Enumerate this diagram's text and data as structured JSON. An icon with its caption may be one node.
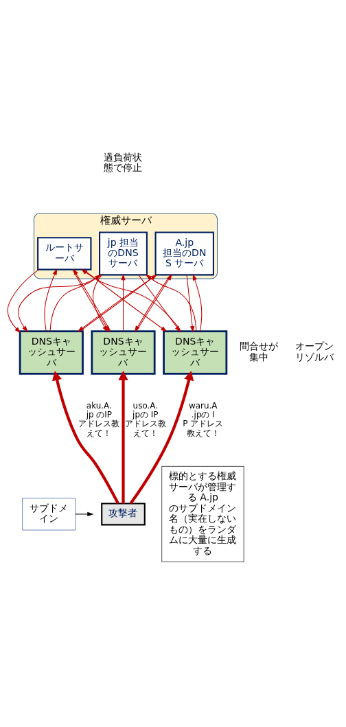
{
  "diagram": {
    "nodes": [
      {
        "text": [
          "権威サーバ"
        ]
      },
      {
        "text": [
          "ルートサーバ"
        ],
        "in": 0
      },
      {
        "text": [
          "jp 担当のDNS サーバ"
        ],
        "in": 0
      },
      {
        "text": [
          "A.jp 担当のDNS サーバ"
        ],
        "in": 0
      },
      {
        "text": [
          "DNSキャッシュサーバ"
        ]
      },
      {
        "text": [
          "DNSキャッシュサーバ"
        ]
      },
      {
        "text": [
          "DNSキャッシュサーバ"
        ]
      },
      {
        "text": [
          "攻撃者"
        ]
      },
      {
        "text": [
          "サブドメイン"
        ]
      },
      {
        "text": [
          "標的とする権威サーバが管理する A.jp のサブドメイン名（実在しないもの）をランダムに大量に生成する"
        ]
      }
    ],
    "edges": [
      {
        "from": 7,
        "to": 4,
        "arrow": "to",
        "label": "aku.A.jp のIP アドレス教えて！",
        "style": "thick"
      },
      {
        "from": 7,
        "to": 5,
        "arrow": "to",
        "label": "uso.A.jpの IP アドレス教えて！",
        "style": "thick"
      },
      {
        "from": 7,
        "to": 6,
        "arrow": "to",
        "label": "waru.A.jpの IP アドレス教えて！",
        "style": "thick"
      },
      {
        "from": 4,
        "to": 1,
        "arrow": "to"
      },
      {
        "from": 1,
        "to": 4,
        "arrow": "to"
      },
      {
        "from": 4,
        "to": 2,
        "arrow": "to"
      },
      {
        "from": 2,
        "to": 4,
        "arrow": "to"
      },
      {
        "from": 4,
        "to": 3,
        "arrow": "to"
      },
      {
        "from": 3,
        "to": 4,
        "arrow": "to"
      },
      {
        "from": 5,
        "to": 1,
        "arrow": "to"
      },
      {
        "from": 1,
        "to": 5,
        "arrow": "to"
      },
      {
        "from": 5,
        "to": 2,
        "arrow": "to"
      },
      {
        "from": 2,
        "to": 5,
        "arrow": "to"
      },
      {
        "from": 5,
        "to": 3,
        "arrow": "to"
      },
      {
        "from": 3,
        "to": 5,
        "arrow": "to"
      },
      {
        "from": 6,
        "to": 1,
        "arrow": "to"
      },
      {
        "from": 1,
        "to": 6,
        "arrow": "to"
      },
      {
        "from": 6,
        "to": 2,
        "arrow": "to"
      },
      {
        "from": 2,
        "to": 6,
        "arrow": "to"
      },
      {
        "from": 6,
        "to": 3,
        "arrow": "to"
      },
      {
        "from": 3,
        "to": 6,
        "arrow": "to"
      },
      {
        "from": 8,
        "to": null,
        "arrow": "to",
        "color": "#000000"
      }
    ],
    "labels": [
      "過負荷状態で停止",
      "問合せが集中",
      "オープンリゾルバ"
    ]
  }
}
